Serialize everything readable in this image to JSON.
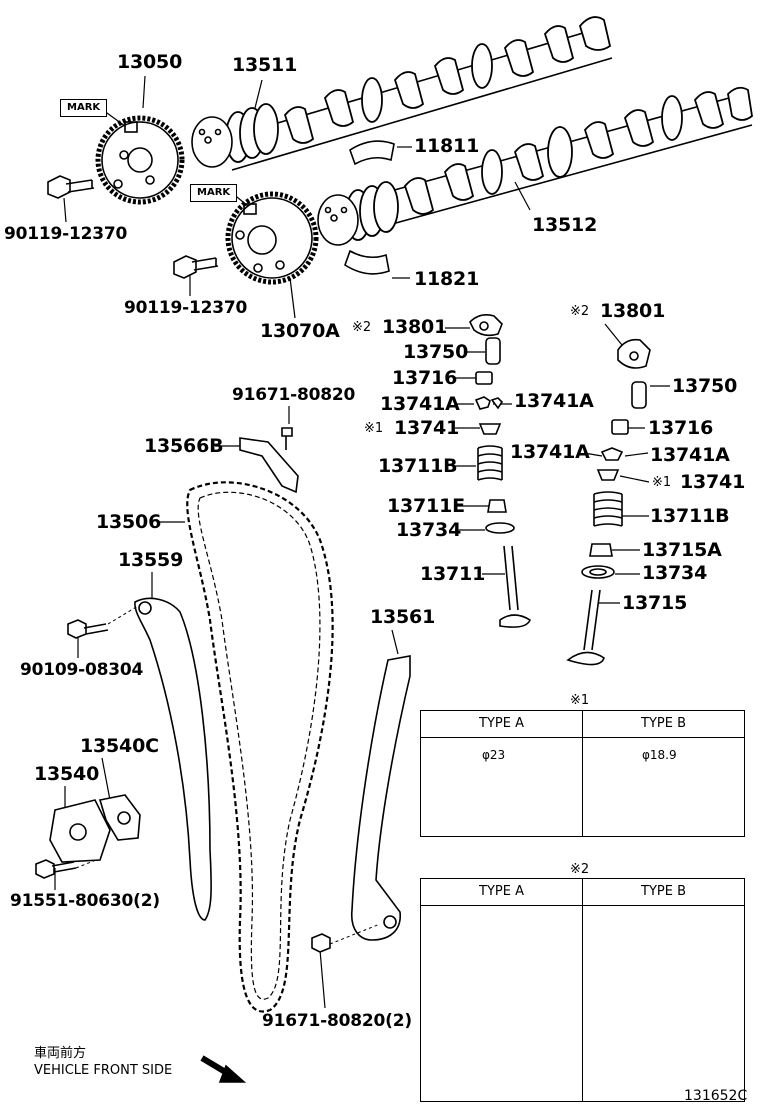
{
  "labels": {
    "p13050": "13050",
    "p13511": "13511",
    "p11811": "11811",
    "p13512": "13512",
    "p11821": "11821",
    "p90119a": "90119-12370",
    "p90119b": "90119-12370",
    "p13070A": "13070A",
    "p13801a": "13801",
    "p13801b": "13801",
    "p13750a": "13750",
    "p13750b": "13750",
    "p13716a": "13716",
    "p13716b": "13716",
    "p13741Aa": "13741A",
    "p13741Ab": "13741A",
    "p13741Ac": "13741A",
    "p13741Ad": "13741A",
    "p13741a": "13741",
    "p13741b": "13741",
    "p13711Ba": "13711B",
    "p13711Bb": "13711B",
    "p13711E": "13711E",
    "p13734a": "13734",
    "p13734b": "13734",
    "p13711": "13711",
    "p13715A": "13715A",
    "p13715": "13715",
    "p91671a": "91671-80820",
    "p13566B": "13566B",
    "p13506": "13506",
    "p13559": "13559",
    "p90109": "90109-08304",
    "p13561": "13561",
    "p13540C": "13540C",
    "p13540": "13540",
    "p91551": "91551-80630(2)",
    "p91671b": "91671-80820(2)"
  },
  "marks": {
    "mark_upper": "MARK",
    "mark_lower": "MARK"
  },
  "refs": {
    "r1": "※1",
    "r2": "※2",
    "r2_13801a": "※2",
    "r2_13801b": "※2",
    "r1_13741a": "※1",
    "r1_13741b": "※1"
  },
  "table1": {
    "ref": "※1",
    "type_a": "TYPE A",
    "type_b": "TYPE B",
    "dim_a": "φ23",
    "dim_b": "φ18.9"
  },
  "table2": {
    "ref": "※2",
    "type_a": "TYPE A",
    "type_b": "TYPE B"
  },
  "footer": {
    "front_jp": "車両前方",
    "front_en": "VEHICLE FRONT SIDE",
    "catalog_no": "131652C"
  }
}
